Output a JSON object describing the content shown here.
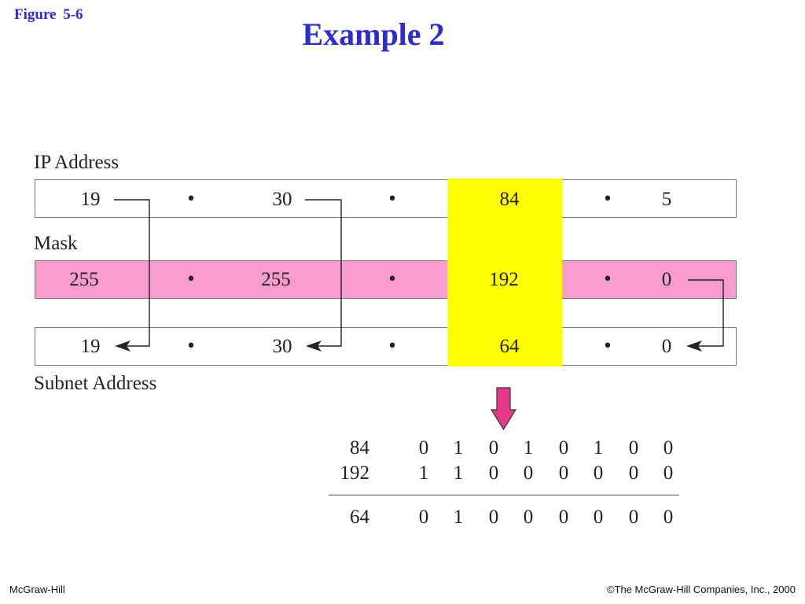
{
  "figure_label": "Figure  5-6",
  "title": "Example 2",
  "labels": {
    "ip": "IP Address",
    "mask": "Mask",
    "subnet": "Subnet Address"
  },
  "dot_glyph": "•",
  "ip_octets": [
    "19",
    "30",
    "84",
    "5"
  ],
  "mask_octets": [
    "255",
    "255",
    "192",
    "0"
  ],
  "subnet_octets": [
    "19",
    "30",
    "64",
    "0"
  ],
  "binary": {
    "rows": [
      {
        "decimal": "84",
        "bits": [
          "0",
          "1",
          "0",
          "1",
          "0",
          "1",
          "0",
          "0"
        ]
      },
      {
        "decimal": "192",
        "bits": [
          "1",
          "1",
          "0",
          "0",
          "0",
          "0",
          "0",
          "0"
        ]
      }
    ],
    "result": {
      "decimal": "64",
      "bits": [
        "0",
        "1",
        "0",
        "0",
        "0",
        "0",
        "0",
        "0"
      ]
    }
  },
  "colors": {
    "title": "#2b2bd0",
    "mask_fill": "#f79ccc",
    "highlight": "#ffff00",
    "down_arrow": "#e8388a"
  },
  "footer": {
    "left": "McGraw-Hill",
    "right": "©The McGraw-Hill Companies, Inc., 2000"
  }
}
